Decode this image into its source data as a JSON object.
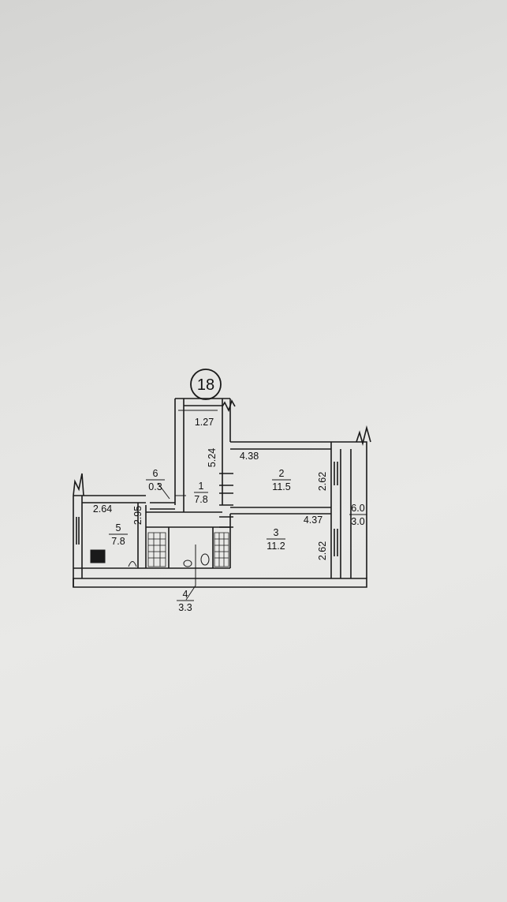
{
  "plan": {
    "apartment_number": "18",
    "rooms": [
      {
        "id": "1",
        "area": "7.8"
      },
      {
        "id": "2",
        "area": "11.5"
      },
      {
        "id": "3",
        "area": "11.2"
      },
      {
        "id": "4",
        "area": "3.3"
      },
      {
        "id": "5",
        "area": "7.8"
      },
      {
        "id": "6",
        "area": "0.3"
      }
    ],
    "balcony": {
      "value_top": "6.0",
      "value_bottom": "3.0"
    },
    "dimensions": {
      "corridor_width": "1.27",
      "corridor_length": "5.24",
      "room2_width": "4.38",
      "room2_depth": "2.62",
      "room3_width": "4.37",
      "room3_depth": "2.62",
      "kitchen_width": "2.64",
      "kitchen_depth": "2.95"
    }
  }
}
